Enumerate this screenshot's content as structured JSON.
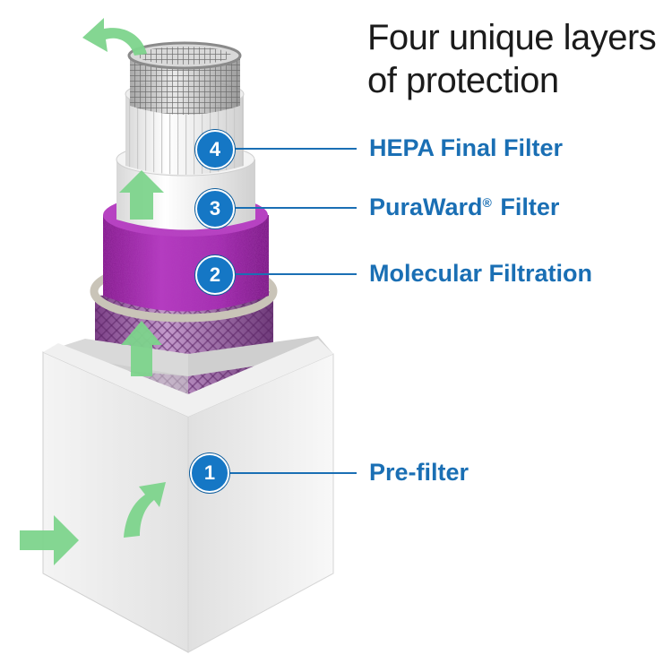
{
  "title": {
    "line1": "Four unique layers",
    "line2": "of protection"
  },
  "layers": [
    {
      "number": "4",
      "name": "HEPA Final Filter"
    },
    {
      "number": "3",
      "name": "PuraWard",
      "mark": "®",
      "suffix": " Filter"
    },
    {
      "number": "2",
      "name": "Molecular Filtration"
    },
    {
      "number": "1",
      "name": "Pre-filter"
    }
  ],
  "colors": {
    "label_blue": "#1a6fb4",
    "badge_blue": "#1577c5",
    "arrow_green": "#7dd48c",
    "molecular_purple": "#a02cae"
  }
}
